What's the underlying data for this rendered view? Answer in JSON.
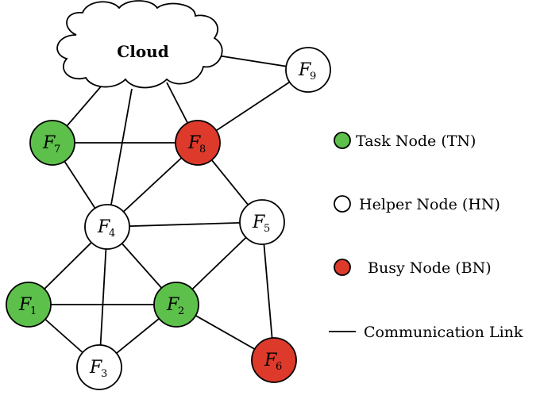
{
  "colors": {
    "task": "#5cc04a",
    "helper": "#ffffff",
    "busy": "#dd3a2c",
    "stroke": "#000000"
  },
  "cloud": {
    "label": "Cloud"
  },
  "nodes": [
    {
      "id": "F1",
      "base": "F",
      "sub": "1",
      "type": "task"
    },
    {
      "id": "F2",
      "base": "F",
      "sub": "2",
      "type": "task"
    },
    {
      "id": "F3",
      "base": "F",
      "sub": "3",
      "type": "helper"
    },
    {
      "id": "F4",
      "base": "F",
      "sub": "4",
      "type": "helper"
    },
    {
      "id": "F5",
      "base": "F",
      "sub": "5",
      "type": "helper"
    },
    {
      "id": "F6",
      "base": "F",
      "sub": "6",
      "type": "busy"
    },
    {
      "id": "F7",
      "base": "F",
      "sub": "7",
      "type": "task"
    },
    {
      "id": "F8",
      "base": "F",
      "sub": "8",
      "type": "busy"
    },
    {
      "id": "F9",
      "base": "F",
      "sub": "9",
      "type": "helper"
    }
  ],
  "links": [
    [
      "Cloud",
      "F7"
    ],
    [
      "Cloud",
      "F4"
    ],
    [
      "Cloud",
      "F8"
    ],
    [
      "Cloud",
      "F9"
    ],
    [
      "F9",
      "F8"
    ],
    [
      "F7",
      "F8"
    ],
    [
      "F7",
      "F4"
    ],
    [
      "F8",
      "F4"
    ],
    [
      "F8",
      "F5"
    ],
    [
      "F4",
      "F5"
    ],
    [
      "F4",
      "F1"
    ],
    [
      "F4",
      "F2"
    ],
    [
      "F4",
      "F3"
    ],
    [
      "F5",
      "F2"
    ],
    [
      "F5",
      "F6"
    ],
    [
      "F1",
      "F2"
    ],
    [
      "F1",
      "F3"
    ],
    [
      "F2",
      "F3"
    ],
    [
      "F2",
      "F6"
    ]
  ],
  "legend": {
    "task": "Task Node (TN)",
    "helper": "Helper Node (HN)",
    "busy": "Busy Node (BN)",
    "link": "Communication Link"
  }
}
